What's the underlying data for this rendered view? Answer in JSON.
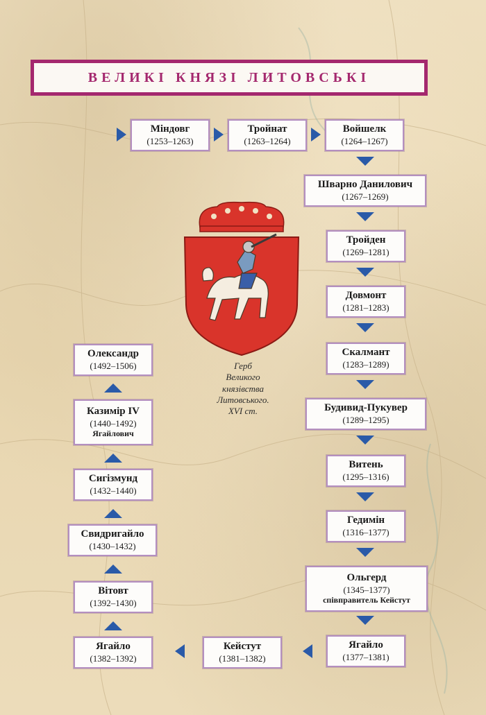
{
  "title": "ВЕЛИКІ КНЯЗІ ЛИТОВСЬКІ",
  "caption_lines": [
    "Герб",
    "Великого",
    "князівства",
    "Литовського.",
    "XVI ст."
  ],
  "colors": {
    "accent": "#a4286e",
    "arrow": "#2a5aa8",
    "box_border": "#b48fc0",
    "shield": "#d9342b",
    "crown": "#d9342b"
  },
  "icons": {
    "coat_of_arms": "coat-of-arms-icon",
    "arrow": "arrow-icon"
  },
  "rulers": [
    {
      "name": "Міндовг",
      "years": "(1253–1263)"
    },
    {
      "name": "Тройнат",
      "years": "(1263–1264)"
    },
    {
      "name": "Войшелк",
      "years": "(1264–1267)"
    },
    {
      "name": "Шварно Данилович",
      "years": "(1267–1269)"
    },
    {
      "name": "Тройден",
      "years": "(1269–1281)"
    },
    {
      "name": "Довмонт",
      "years": "(1281–1283)"
    },
    {
      "name": "Скалмант",
      "years": "(1283–1289)"
    },
    {
      "name": "Будивид-Пукувер",
      "years": "(1289–1295)"
    },
    {
      "name": "Витень",
      "years": "(1295–1316)"
    },
    {
      "name": "Гедимін",
      "years": "(1316–1377)"
    },
    {
      "name": "Ольгерд",
      "years": "(1345–1377)",
      "note": "співправитель Кейстут"
    },
    {
      "name": "Ягайло",
      "years": "(1377–1381)"
    },
    {
      "name": "Кейстут",
      "years": "(1381–1382)"
    },
    {
      "name": "Ягайло",
      "years": "(1382–1392)"
    },
    {
      "name": "Вітовт",
      "years": "(1392–1430)"
    },
    {
      "name": "Свидригайло",
      "years": "(1430–1432)"
    },
    {
      "name": "Сигізмунд",
      "years": "(1432–1440)"
    },
    {
      "name": "Казимір IV",
      "years": "(1440–1492)",
      "note": "Ягайлович"
    },
    {
      "name": "Олександр",
      "years": "(1492–1506)"
    }
  ]
}
